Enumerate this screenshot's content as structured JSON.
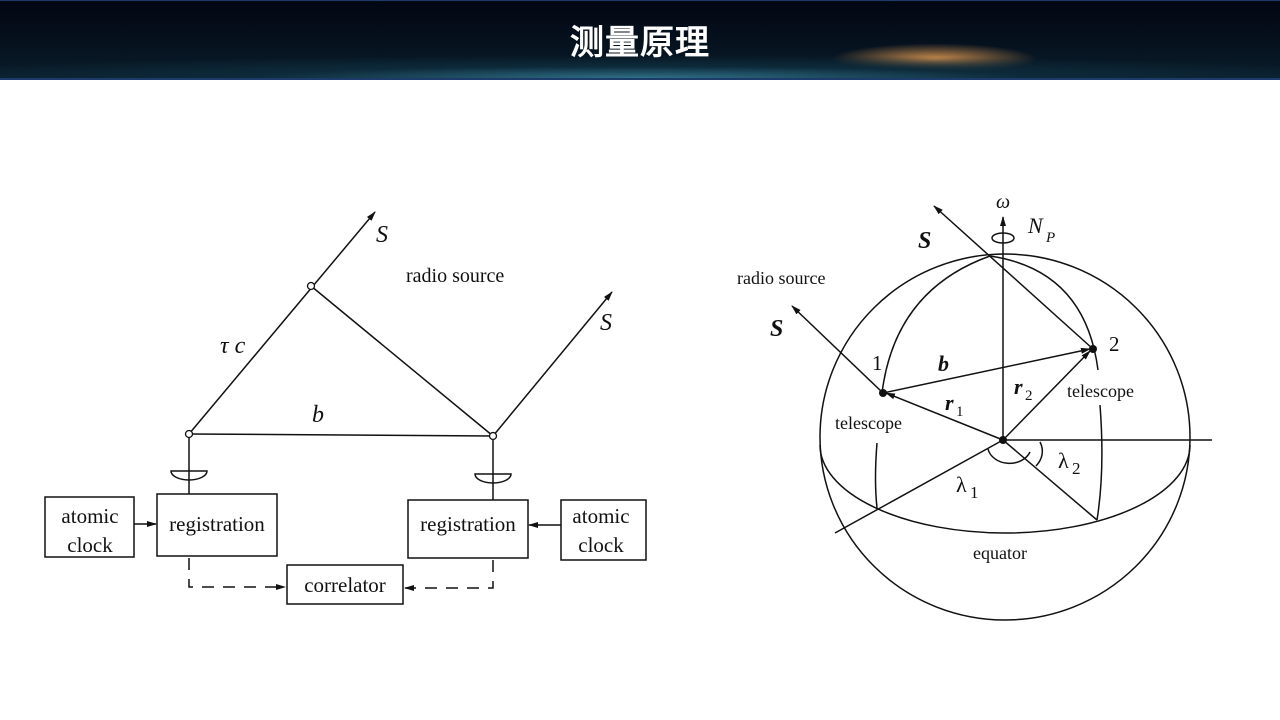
{
  "header": {
    "title": "测量原理"
  },
  "left_diagram": {
    "s_label_1": "S",
    "s_label_2": "S",
    "radio_source": "radio source",
    "tau_c": "τ c",
    "baseline": "b",
    "atomic_clock_left": [
      "atomic",
      "clock"
    ],
    "registration_left": "registration",
    "registration_right": "registration",
    "atomic_clock_right": [
      "atomic",
      "clock"
    ],
    "correlator": "correlator"
  },
  "right_diagram": {
    "omega": "ω",
    "north_pole": "N",
    "north_pole_sub": "P",
    "s_label_top": "S",
    "s_label_left": "S",
    "radio_source": "radio source",
    "station_1": "1",
    "station_2": "2",
    "baseline": "b",
    "r1": "r",
    "r1_sub": "1",
    "r2": "r",
    "r2_sub": "2",
    "telescope_1": "telescope",
    "telescope_2": "telescope",
    "lambda1": "λ",
    "lambda1_sub": "1",
    "lambda2": "λ",
    "lambda2_sub": "2",
    "equator": "equator"
  }
}
